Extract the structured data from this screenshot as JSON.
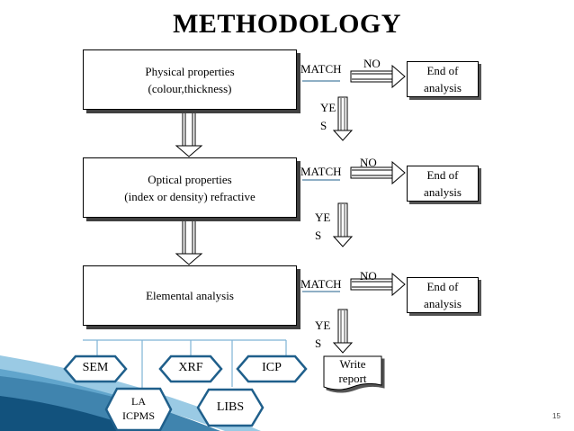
{
  "title": "METHODOLOGY",
  "steps": [
    {
      "line1": "Physical properties",
      "line2": "(colour,thickness)"
    },
    {
      "line1": "Optical properties",
      "line2": "(index or density) refractive"
    },
    {
      "line1": "Elemental analysis",
      "line2": ""
    }
  ],
  "decision": {
    "match": "MATCH",
    "no": "NO",
    "yes_line1": "YE",
    "yes_line2": "S"
  },
  "end_box": {
    "line1": "End of",
    "line2": "analysis"
  },
  "techniques": [
    "SEM",
    "XRF",
    "ICP",
    "LA ICPMS",
    "LIBS"
  ],
  "technique_lines": {
    "la_line1": "LA",
    "la_line2": "ICPMS"
  },
  "write_report": {
    "line1": "Write",
    "line2": "report"
  },
  "page_number": "15",
  "colors": {
    "accent_blue": "#1f5f8b",
    "gray_arrow": "#808080"
  }
}
